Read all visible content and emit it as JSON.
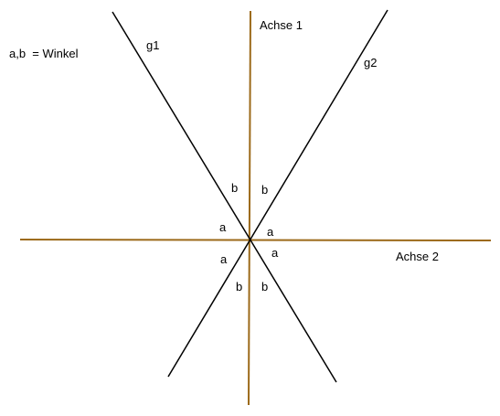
{
  "legend": {
    "text": "a,b  = Winkel"
  },
  "lines": {
    "g1": {
      "label": "g1"
    },
    "g2": {
      "label": "g2"
    },
    "axis1": {
      "label": "Achse 1"
    },
    "axis2": {
      "label": "Achse 2"
    }
  },
  "angles": {
    "b_upper_left": "b",
    "b_upper_right": "b",
    "a_upper_left": "a",
    "a_upper_right": "a",
    "a_lower_left": "a",
    "a_lower_right": "a",
    "b_lower_left": "b",
    "b_lower_right": "b"
  },
  "colors": {
    "axis": "#9c6a1a",
    "line": "#000000",
    "text": "#000000",
    "background": "#ffffff"
  }
}
